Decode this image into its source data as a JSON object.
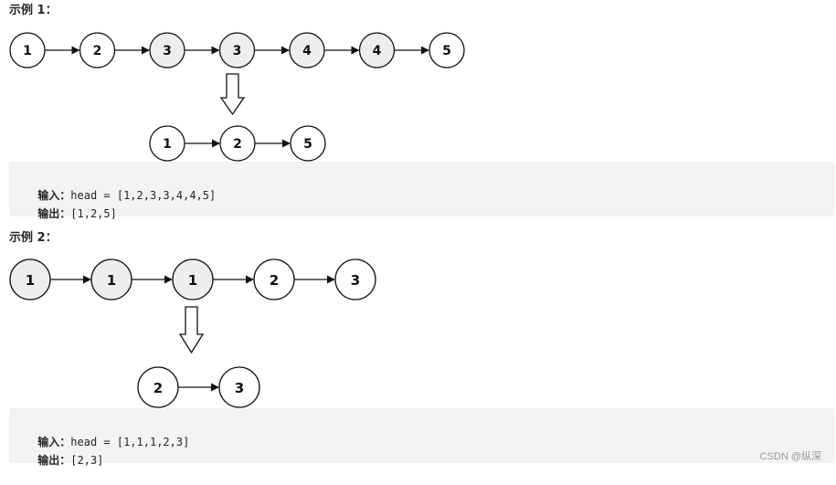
{
  "example1": {
    "title": "示例 1：",
    "top_nodes": [
      {
        "label": "1",
        "fill": "#ffffff"
      },
      {
        "label": "2",
        "fill": "#ffffff"
      },
      {
        "label": "3",
        "fill": "#eeeeee"
      },
      {
        "label": "3",
        "fill": "#eeeeee"
      },
      {
        "label": "4",
        "fill": "#eeeeee"
      },
      {
        "label": "4",
        "fill": "#eeeeee"
      },
      {
        "label": "5",
        "fill": "#ffffff"
      }
    ],
    "bottom_nodes": [
      {
        "label": "1",
        "fill": "#ffffff"
      },
      {
        "label": "2",
        "fill": "#ffffff"
      },
      {
        "label": "5",
        "fill": "#ffffff"
      }
    ],
    "input_label": "输入：",
    "input_value": "head = [1,2,3,3,4,4,5]",
    "output_label": "输出：",
    "output_value": "[1,2,5]"
  },
  "example2": {
    "title": "示例 2：",
    "top_nodes": [
      {
        "label": "1",
        "fill": "#eeeeee"
      },
      {
        "label": "1",
        "fill": "#eeeeee"
      },
      {
        "label": "1",
        "fill": "#eeeeee"
      },
      {
        "label": "2",
        "fill": "#ffffff"
      },
      {
        "label": "3",
        "fill": "#ffffff"
      }
    ],
    "bottom_nodes": [
      {
        "label": "2",
        "fill": "#ffffff"
      },
      {
        "label": "3",
        "fill": "#ffffff"
      }
    ],
    "input_label": "输入：",
    "input_value": "head = [1,1,1,2,3]",
    "output_label": "输出：",
    "output_value": "[2,3]"
  },
  "watermark": "CSDN @纵深"
}
